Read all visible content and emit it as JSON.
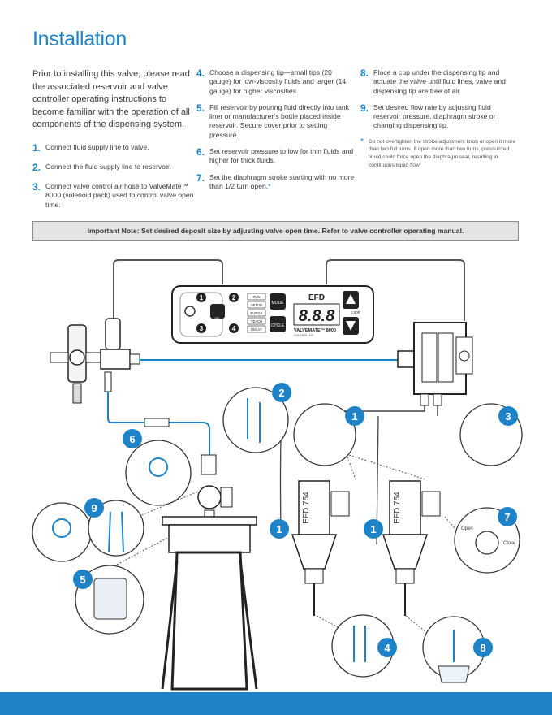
{
  "title": "Installation",
  "intro": "Prior to installing this valve, please read the associated reservoir and valve controller operating instructions to become familiar with the operation of all components of the dispensing system.",
  "steps": [
    {
      "num": "1.",
      "text": "Connect fluid supply line to valve."
    },
    {
      "num": "2.",
      "text": "Connect the fluid supply line to reservoir."
    },
    {
      "num": "3.",
      "text": "Connect valve control air hose to ValveMate™ 8000 (solenoid pack) used to control valve open time."
    },
    {
      "num": "4.",
      "text": "Choose a dispensing tip—small tips (20 gauge) for low-viscosity fluids and larger (14 gauge) for higher viscosities."
    },
    {
      "num": "5.",
      "text": "Fill reservoir by pouring fluid directly into tank liner or manufacturer’s bottle placed inside reservoir. Secure cover prior to setting pressure."
    },
    {
      "num": "6.",
      "text": "Set reservoir pressure to low for thin fluids and higher for thick fluids."
    },
    {
      "num": "7.",
      "text": "Set the diaphragm stroke starting with no more than 1/2 turn open.",
      "star": "*"
    },
    {
      "num": "8.",
      "text": "Place a cup under the dispensing tip and actuate the valve until fluid lines, valve and dispensing tip are free of air."
    },
    {
      "num": "9.",
      "text": "Set desired flow rate by adjusting fluid reservoir pressure, diaphragm stroke or changing dispensing tip."
    }
  ],
  "footnote": {
    "mark": "*",
    "text": "Do not overtighten the stroke adjustment knob or open it more than two full turns. If open more than two turns, pressurized liquid could force open the diaphragm seal, resulting in continuous liquid flow."
  },
  "important_note": "Important Note: Set desired deposit size by adjusting valve open time. Refer to valve controller operating manual.",
  "controller": {
    "brand": "EFD",
    "model": "VALVEMATE™ 8000",
    "subtitle": "CONTROLLER",
    "display": "8.8.8",
    "scale": "0.000",
    "buttons": [
      "RUN",
      "SETUP",
      "PURGE",
      "TEACH",
      "DELAY"
    ],
    "mode_label": "MODE",
    "cycle_label": "CYCLE",
    "sel_label": "SEL",
    "markers": [
      "1",
      "2",
      "3",
      "4"
    ]
  },
  "valve_label": "EFD 754",
  "knob_labels": {
    "open": "Open",
    "close": "Close"
  },
  "callouts": [
    "2",
    "1",
    "3",
    "6",
    "9",
    "1",
    "1",
    "7",
    "5",
    "4",
    "8"
  ],
  "colors": {
    "accent": "#1d83c6",
    "line_dark": "#333333",
    "important_bg": "#e3e4e4"
  }
}
